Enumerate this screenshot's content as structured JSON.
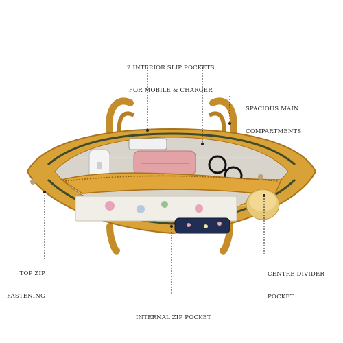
{
  "annotations": {
    "slip_pockets": [
      "2 INTERIOR SLIP POCKETS",
      "FOR MOBILE & CHARGER"
    ],
    "main_compartments": [
      "SPACIOUS MAIN",
      "COMPARTMENTS"
    ],
    "top_zip": [
      "TOP ZIP",
      "FASTENING"
    ],
    "divider_pocket": [
      "CENTRE DIVIDER",
      "POCKET"
    ],
    "internal_zip": [
      "INTERNAL ZIP POCKET"
    ]
  },
  "colors": {
    "bag_leather": "#d9a236",
    "bag_dark": "#a9731b",
    "lining": "#d8d4cc",
    "background": "#ffffff",
    "callout_line": "#222222"
  }
}
